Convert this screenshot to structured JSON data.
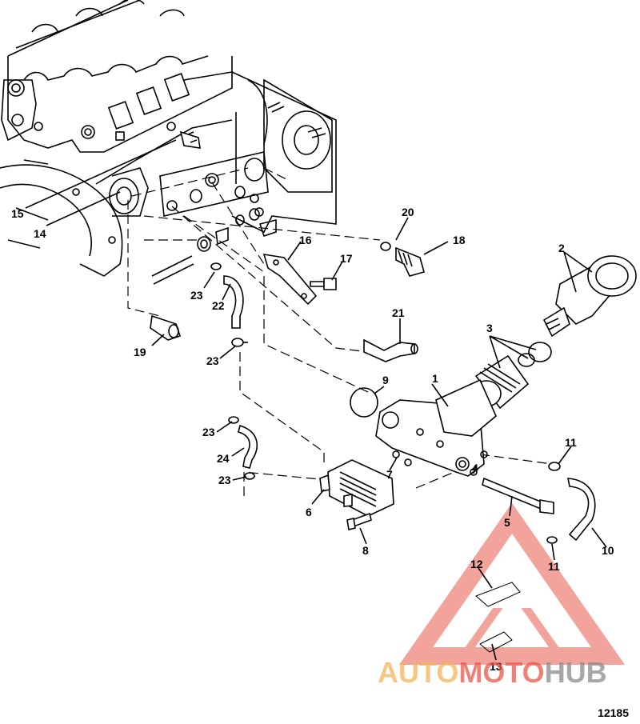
{
  "figure_number": "12185",
  "callouts": [
    {
      "id": "c1",
      "label": "1"
    },
    {
      "id": "c2",
      "label": "2"
    },
    {
      "id": "c3",
      "label": "3"
    },
    {
      "id": "c4",
      "label": "4"
    },
    {
      "id": "c5",
      "label": "5"
    },
    {
      "id": "c6",
      "label": "6"
    },
    {
      "id": "c7",
      "label": "7"
    },
    {
      "id": "c8",
      "label": "8"
    },
    {
      "id": "c9",
      "label": "9"
    },
    {
      "id": "c10",
      "label": "10"
    },
    {
      "id": "c11a",
      "label": "11"
    },
    {
      "id": "c11b",
      "label": "11"
    },
    {
      "id": "c12",
      "label": "12"
    },
    {
      "id": "c13",
      "label": "13"
    },
    {
      "id": "c14",
      "label": "14"
    },
    {
      "id": "c15",
      "label": "15"
    },
    {
      "id": "c16",
      "label": "16"
    },
    {
      "id": "c17",
      "label": "17"
    },
    {
      "id": "c18",
      "label": "18"
    },
    {
      "id": "c19",
      "label": "19"
    },
    {
      "id": "c20",
      "label": "20"
    },
    {
      "id": "c21",
      "label": "21"
    },
    {
      "id": "c22",
      "label": "22"
    },
    {
      "id": "c23a",
      "label": "23"
    },
    {
      "id": "c23b",
      "label": "23"
    },
    {
      "id": "c23c",
      "label": "23"
    },
    {
      "id": "c23d",
      "label": "23"
    },
    {
      "id": "c24",
      "label": "24"
    }
  ],
  "watermark": {
    "part1": "AUTO",
    "part2": "MOTO",
    "part3": "HUB",
    "color_orange": "#f5b35a",
    "color_red": "#e8584a",
    "color_gray": "#8a8a8a"
  }
}
